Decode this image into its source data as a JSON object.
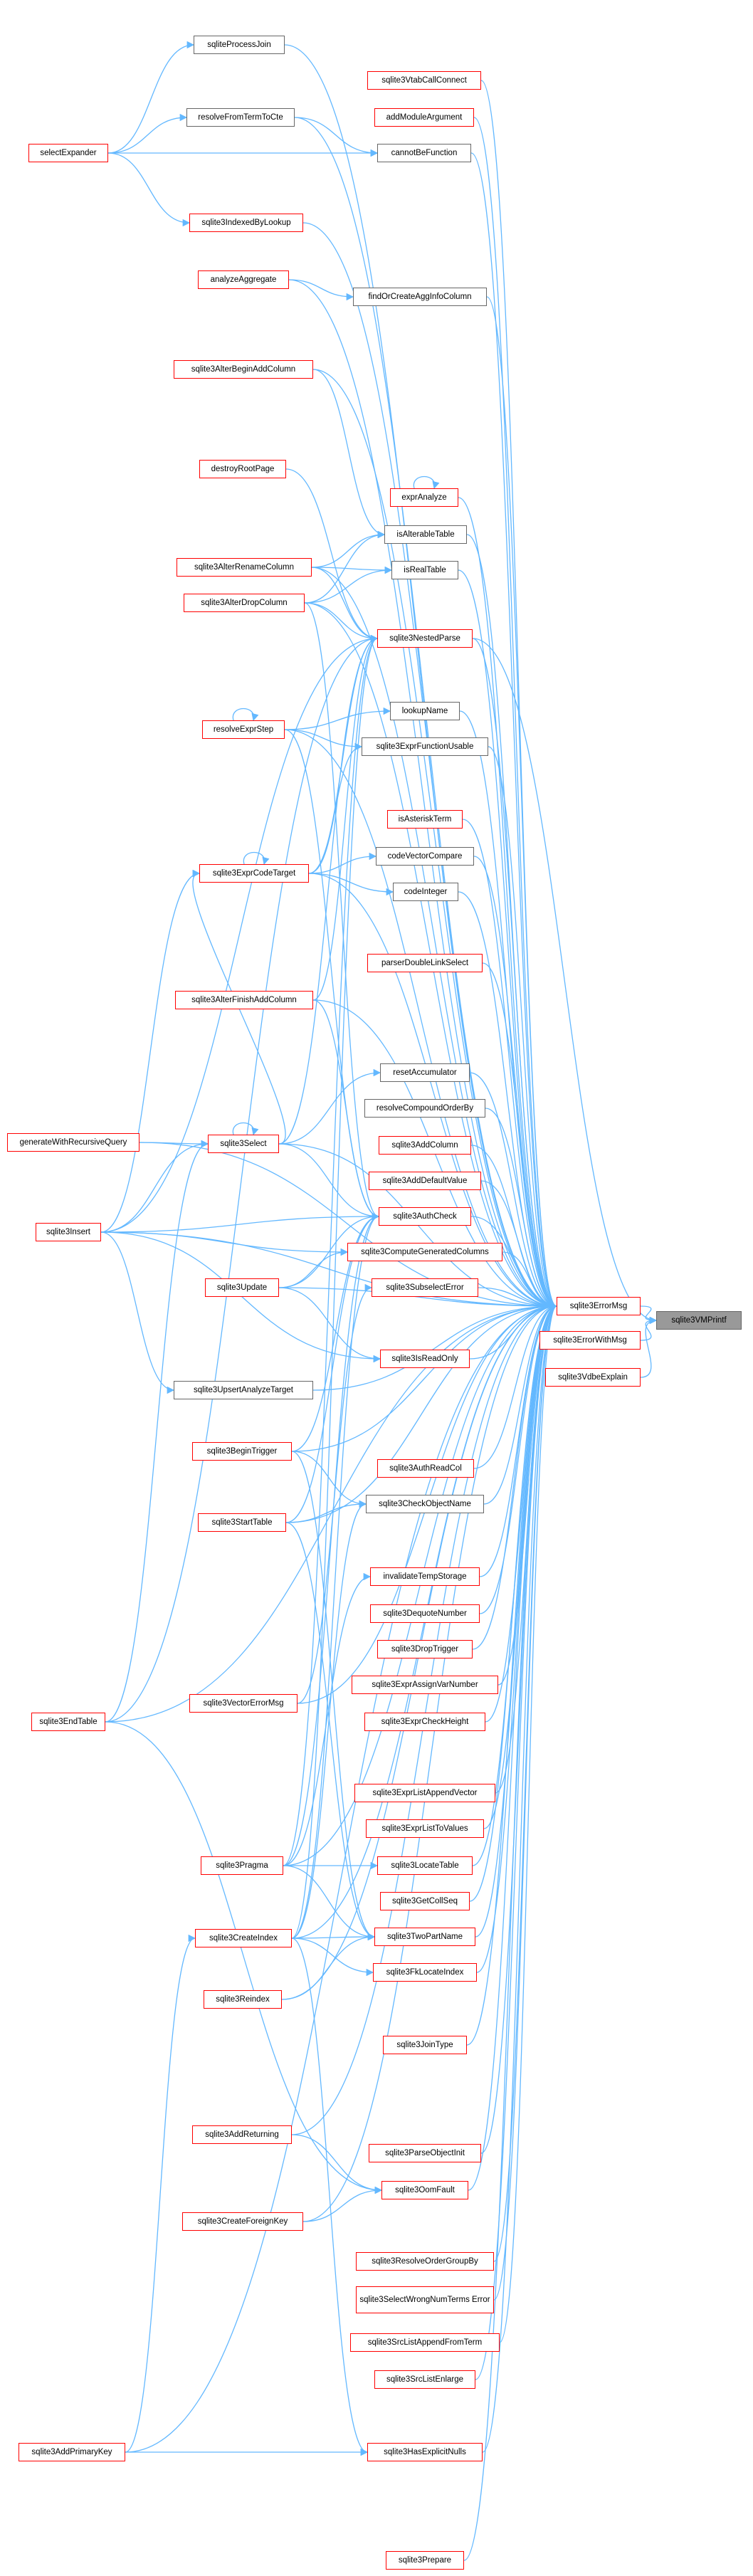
{
  "diagram": {
    "nodes": {
      "sqlite3VMPrintf": "sqlite3VMPrintf",
      "sqlite3ErrorMsg": "sqlite3ErrorMsg",
      "sqlite3ErrorWithMsg": "sqlite3ErrorWithMsg",
      "sqlite3VdbeExplain": "sqlite3VdbeExplain",
      "sqlite3VtabCallConnect": "sqlite3VtabCallConnect",
      "addModuleArgument": "addModuleArgument",
      "cannotBeFunction": "cannotBeFunction",
      "sqliteProcessJoin": "sqliteProcessJoin",
      "resolveFromTermToCte": "resolveFromTermToCte",
      "selectExpander": "selectExpander",
      "sqlite3IndexedByLookup": "sqlite3IndexedByLookup",
      "findOrCreateAggInfoColumn": "findOrCreateAggInfoColumn",
      "analyzeAggregate": "analyzeAggregate",
      "sqlite3AlterBeginAddColumn": "sqlite3AlterBeginAddColumn",
      "destroyRootPage": "destroyRootPage",
      "exprAnalyze": "exprAnalyze",
      "isAlterableTable": "isAlterableTable",
      "isRealTable": "isRealTable",
      "sqlite3AlterRenameColumn": "sqlite3AlterRenameColumn",
      "sqlite3AlterDropColumn": "sqlite3AlterDropColumn",
      "sqlite3NestedParse": "sqlite3NestedParse",
      "lookupName": "lookupName",
      "sqlite3ExprFunctionUsable": "sqlite3ExprFunctionUsable",
      "resolveExprStep": "resolveExprStep",
      "isAsteriskTerm": "isAsteriskTerm",
      "codeVectorCompare": "codeVectorCompare",
      "sqlite3ExprCodeTarget": "sqlite3ExprCodeTarget",
      "codeInteger": "codeInteger",
      "parserDoubleLinkSelect": "parserDoubleLinkSelect",
      "sqlite3AlterFinishAddColumn": "sqlite3AlterFinishAddColumn",
      "resetAccumulator": "resetAccumulator",
      "resolveCompoundOrderBy": "resolveCompoundOrderBy",
      "generateWithRecursiveQuery": "generateWithRecursiveQuery",
      "sqlite3Select": "sqlite3Select",
      "sqlite3AddColumn": "sqlite3AddColumn",
      "sqlite3AddDefaultValue": "sqlite3AddDefaultValue",
      "sqlite3Insert": "sqlite3Insert",
      "sqlite3AuthCheck": "sqlite3AuthCheck",
      "sqlite3ComputeGeneratedColumns": "sqlite3ComputeGeneratedColumns",
      "sqlite3Update": "sqlite3Update",
      "sqlite3SubselectError": "sqlite3SubselectError",
      "sqlite3IsReadOnly": "sqlite3IsReadOnly",
      "sqlite3UpsertAnalyzeTarget": "sqlite3UpsertAnalyzeTarget",
      "sqlite3BeginTrigger": "sqlite3BeginTrigger",
      "sqlite3AuthReadCol": "sqlite3AuthReadCol",
      "sqlite3CheckObjectName": "sqlite3CheckObjectName",
      "sqlite3StartTable": "sqlite3StartTable",
      "invalidateTempStorage": "invalidateTempStorage",
      "sqlite3DequoteNumber": "sqlite3DequoteNumber",
      "sqlite3DropTrigger": "sqlite3DropTrigger",
      "sqlite3ExprAssignVarNumber": "sqlite3ExprAssignVarNumber",
      "sqlite3VectorErrorMsg": "sqlite3VectorErrorMsg",
      "sqlite3ExprCheckHeight": "sqlite3ExprCheckHeight",
      "sqlite3EndTable": "sqlite3EndTable",
      "sqlite3ExprListAppendVector": "sqlite3ExprListAppendVector",
      "sqlite3ExprListToValues": "sqlite3ExprListToValues",
      "sqlite3Pragma": "sqlite3Pragma",
      "sqlite3LocateTable": "sqlite3LocateTable",
      "sqlite3GetCollSeq": "sqlite3GetCollSeq",
      "sqlite3CreateIndex": "sqlite3CreateIndex",
      "sqlite3TwoPartName": "sqlite3TwoPartName",
      "sqlite3FkLocateIndex": "sqlite3FkLocateIndex",
      "sqlite3Reindex": "sqlite3Reindex",
      "sqlite3JoinType": "sqlite3JoinType",
      "sqlite3AddReturning": "sqlite3AddReturning",
      "sqlite3ParseObjectInit": "sqlite3ParseObjectInit",
      "sqlite3OomFault": "sqlite3OomFault",
      "sqlite3CreateForeignKey": "sqlite3CreateForeignKey",
      "sqlite3ResolveOrderGroupBy": "sqlite3ResolveOrderGroupBy",
      "sqlite3SelectWrongNumTermsError": "sqlite3SelectWrongNumTerms Error",
      "sqlite3SrcListAppendFromTerm": "sqlite3SrcListAppendFromTerm",
      "sqlite3SrcListEnlarge": "sqlite3SrcListEnlarge",
      "sqlite3AddPrimaryKey": "sqlite3AddPrimaryKey",
      "sqlite3HasExplicitNulls": "sqlite3HasExplicitNulls",
      "sqlite3Prepare": "sqlite3Prepare"
    },
    "edges": [
      [
        "sqlite3ErrorMsg",
        "sqlite3VMPrintf"
      ],
      [
        "sqlite3ErrorWithMsg",
        "sqlite3VMPrintf"
      ],
      [
        "sqlite3VdbeExplain",
        "sqlite3VMPrintf"
      ],
      [
        "sqlite3NestedParse",
        "sqlite3VMPrintf"
      ],
      [
        "sqlite3VtabCallConnect",
        "sqlite3ErrorMsg"
      ],
      [
        "addModuleArgument",
        "sqlite3ErrorMsg"
      ],
      [
        "cannotBeFunction",
        "sqlite3ErrorMsg"
      ],
      [
        "sqliteProcessJoin",
        "sqlite3ErrorMsg"
      ],
      [
        "resolveFromTermToCte",
        "sqlite3ErrorMsg"
      ],
      [
        "resolveFromTermToCte",
        "cannotBeFunction"
      ],
      [
        "selectExpander",
        "sqliteProcessJoin"
      ],
      [
        "selectExpander",
        "resolveFromTermToCte"
      ],
      [
        "selectExpander",
        "cannotBeFunction"
      ],
      [
        "selectExpander",
        "sqlite3IndexedByLookup"
      ],
      [
        "sqlite3IndexedByLookup",
        "sqlite3ErrorMsg"
      ],
      [
        "findOrCreateAggInfoColumn",
        "sqlite3ErrorMsg"
      ],
      [
        "analyzeAggregate",
        "findOrCreateAggInfoColumn"
      ],
      [
        "analyzeAggregate",
        "sqlite3ErrorMsg"
      ],
      [
        "generateWithRecursiveQuery",
        "sqlite3ErrorMsg"
      ],
      [
        "sqlite3AlterBeginAddColumn",
        "sqlite3ErrorMsg"
      ],
      [
        "sqlite3AlterBeginAddColumn",
        "isAlterableTable"
      ],
      [
        "destroyRootPage",
        "sqlite3NestedParse"
      ],
      [
        "exprAnalyze",
        "sqlite3ErrorMsg"
      ],
      [
        "exprAnalyze",
        "exprAnalyze"
      ],
      [
        "isAlterableTable",
        "sqlite3ErrorMsg"
      ],
      [
        "isRealTable",
        "sqlite3ErrorMsg"
      ],
      [
        "sqlite3AlterRenameColumn",
        "isAlterableTable"
      ],
      [
        "sqlite3AlterRenameColumn",
        "isRealTable"
      ],
      [
        "sqlite3AlterRenameColumn",
        "sqlite3NestedParse"
      ],
      [
        "sqlite3AlterRenameColumn",
        "sqlite3ErrorMsg"
      ],
      [
        "sqlite3AlterDropColumn",
        "isAlterableTable"
      ],
      [
        "sqlite3AlterDropColumn",
        "isRealTable"
      ],
      [
        "sqlite3AlterDropColumn",
        "sqlite3NestedParse"
      ],
      [
        "sqlite3AlterDropColumn",
        "sqlite3ErrorMsg"
      ],
      [
        "sqlite3AlterDropColumn",
        "sqlite3AuthCheck"
      ],
      [
        "sqlite3NestedParse",
        "sqlite3ErrorMsg"
      ],
      [
        "lookupName",
        "sqlite3ErrorMsg"
      ],
      [
        "resolveExprStep",
        "lookupName"
      ],
      [
        "resolveExprStep",
        "sqlite3ExprFunctionUsable"
      ],
      [
        "resolveExprStep",
        "sqlite3ErrorMsg"
      ],
      [
        "resolveExprStep",
        "resolveExprStep"
      ],
      [
        "resolveExprStep",
        "sqlite3AuthCheck"
      ],
      [
        "sqlite3ExprFunctionUsable",
        "sqlite3ErrorMsg"
      ],
      [
        "isAsteriskTerm",
        "sqlite3ErrorMsg"
      ],
      [
        "codeVectorCompare",
        "sqlite3ErrorMsg"
      ],
      [
        "codeInteger",
        "sqlite3ErrorMsg"
      ],
      [
        "sqlite3ExprCodeTarget",
        "codeVectorCompare"
      ],
      [
        "sqlite3ExprCodeTarget",
        "codeInteger"
      ],
      [
        "sqlite3ExprCodeTarget",
        "sqlite3ExprFunctionUsable"
      ],
      [
        "sqlite3ExprCodeTarget",
        "sqlite3ErrorMsg"
      ],
      [
        "sqlite3ExprCodeTarget",
        "sqlite3ExprCodeTarget"
      ],
      [
        "sqlite3ExprCodeTarget",
        "sqlite3NestedParse"
      ],
      [
        "parserDoubleLinkSelect",
        "sqlite3ErrorMsg"
      ],
      [
        "sqlite3AlterFinishAddColumn",
        "sqlite3ErrorMsg"
      ],
      [
        "sqlite3AlterFinishAddColumn",
        "sqlite3NestedParse"
      ],
      [
        "sqlite3AlterFinishAddColumn",
        "sqlite3AuthCheck"
      ],
      [
        "resetAccumulator",
        "sqlite3ErrorMsg"
      ],
      [
        "resolveCompoundOrderBy",
        "sqlite3ErrorMsg"
      ],
      [
        "sqlite3Select",
        "resetAccumulator"
      ],
      [
        "sqlite3Select",
        "sqlite3ErrorMsg"
      ],
      [
        "sqlite3Select",
        "sqlite3Select"
      ],
      [
        "sqlite3Select",
        "sqlite3AuthCheck"
      ],
      [
        "sqlite3Select",
        "sqlite3ExprCodeTarget"
      ],
      [
        "sqlite3Select",
        "sqlite3NestedParse"
      ],
      [
        "generateWithRecursiveQuery",
        "sqlite3Select"
      ],
      [
        "sqlite3Insert",
        "sqlite3Select"
      ],
      [
        "sqlite3Insert",
        "sqlite3ExprCodeTarget"
      ],
      [
        "sqlite3Insert",
        "sqlite3AuthCheck"
      ],
      [
        "sqlite3Insert",
        "sqlite3IsReadOnly"
      ],
      [
        "sqlite3Insert",
        "sqlite3UpsertAnalyzeTarget"
      ],
      [
        "sqlite3Insert",
        "sqlite3ComputeGeneratedColumns"
      ],
      [
        "sqlite3Insert",
        "sqlite3ErrorMsg"
      ],
      [
        "sqlite3Insert",
        "sqlite3NestedParse"
      ],
      [
        "sqlite3AddColumn",
        "sqlite3ErrorMsg"
      ],
      [
        "sqlite3AddDefaultValue",
        "sqlite3ErrorMsg"
      ],
      [
        "sqlite3AuthCheck",
        "sqlite3ErrorMsg"
      ],
      [
        "sqlite3ComputeGeneratedColumns",
        "sqlite3ErrorMsg"
      ],
      [
        "sqlite3Update",
        "sqlite3AuthCheck"
      ],
      [
        "sqlite3Update",
        "sqlite3IsReadOnly"
      ],
      [
        "sqlite3Update",
        "sqlite3ErrorMsg"
      ],
      [
        "sqlite3Update",
        "sqlite3ComputeGeneratedColumns"
      ],
      [
        "sqlite3SubselectError",
        "sqlite3ErrorMsg"
      ],
      [
        "sqlite3IsReadOnly",
        "sqlite3ErrorMsg"
      ],
      [
        "sqlite3UpsertAnalyzeTarget",
        "sqlite3ErrorMsg"
      ],
      [
        "sqlite3BeginTrigger",
        "sqlite3ErrorMsg"
      ],
      [
        "sqlite3BeginTrigger",
        "sqlite3CheckObjectName"
      ],
      [
        "sqlite3BeginTrigger",
        "sqlite3AuthCheck"
      ],
      [
        "sqlite3BeginTrigger",
        "sqlite3TwoPartName"
      ],
      [
        "sqlite3AuthReadCol",
        "sqlite3ErrorMsg"
      ],
      [
        "sqlite3CheckObjectName",
        "sqlite3ErrorMsg"
      ],
      [
        "sqlite3StartTable",
        "sqlite3CheckObjectName"
      ],
      [
        "sqlite3StartTable",
        "sqlite3ErrorMsg"
      ],
      [
        "sqlite3StartTable",
        "sqlite3AuthCheck"
      ],
      [
        "sqlite3StartTable",
        "sqlite3TwoPartName"
      ],
      [
        "invalidateTempStorage",
        "sqlite3ErrorMsg"
      ],
      [
        "sqlite3DequoteNumber",
        "sqlite3ErrorMsg"
      ],
      [
        "sqlite3DropTrigger",
        "sqlite3ErrorMsg"
      ],
      [
        "sqlite3ExprAssignVarNumber",
        "sqlite3ErrorMsg"
      ],
      [
        "sqlite3VectorErrorMsg",
        "sqlite3ErrorMsg"
      ],
      [
        "sqlite3VectorErrorMsg",
        "sqlite3SubselectError"
      ],
      [
        "sqlite3ExprCheckHeight",
        "sqlite3ErrorMsg"
      ],
      [
        "sqlite3EndTable",
        "sqlite3ErrorMsg"
      ],
      [
        "sqlite3EndTable",
        "sqlite3Select"
      ],
      [
        "sqlite3EndTable",
        "sqlite3NestedParse"
      ],
      [
        "sqlite3EndTable",
        "sqlite3OomFault"
      ],
      [
        "sqlite3ExprListAppendVector",
        "sqlite3ErrorMsg"
      ],
      [
        "sqlite3ExprListToValues",
        "sqlite3ErrorMsg"
      ],
      [
        "sqlite3Pragma",
        "sqlite3ErrorMsg"
      ],
      [
        "sqlite3Pragma",
        "invalidateTempStorage"
      ],
      [
        "sqlite3Pragma",
        "sqlite3LocateTable"
      ],
      [
        "sqlite3Pragma",
        "sqlite3TwoPartName"
      ],
      [
        "sqlite3Pragma",
        "sqlite3AuthCheck"
      ],
      [
        "sqlite3Pragma",
        "sqlite3NestedParse"
      ],
      [
        "sqlite3LocateTable",
        "sqlite3ErrorMsg"
      ],
      [
        "sqlite3GetCollSeq",
        "sqlite3ErrorMsg"
      ],
      [
        "sqlite3TwoPartName",
        "sqlite3ErrorMsg"
      ],
      [
        "sqlite3CreateIndex",
        "sqlite3TwoPartName"
      ],
      [
        "sqlite3CreateIndex",
        "sqlite3FkLocateIndex"
      ],
      [
        "sqlite3CreateIndex",
        "sqlite3CheckObjectName"
      ],
      [
        "sqlite3CreateIndex",
        "sqlite3AuthCheck"
      ],
      [
        "sqlite3CreateIndex",
        "sqlite3ErrorMsg"
      ],
      [
        "sqlite3CreateIndex",
        "sqlite3NestedParse"
      ],
      [
        "sqlite3CreateIndex",
        "sqlite3HasExplicitNulls"
      ],
      [
        "sqlite3FkLocateIndex",
        "sqlite3ErrorMsg"
      ],
      [
        "sqlite3Reindex",
        "sqlite3TwoPartName"
      ],
      [
        "sqlite3Reindex",
        "sqlite3ErrorMsg"
      ],
      [
        "sqlite3JoinType",
        "sqlite3ErrorMsg"
      ],
      [
        "sqlite3AddReturning",
        "sqlite3ErrorMsg"
      ],
      [
        "sqlite3AddReturning",
        "sqlite3OomFault"
      ],
      [
        "sqlite3ParseObjectInit",
        "sqlite3ErrorMsg"
      ],
      [
        "sqlite3OomFault",
        "sqlite3ErrorMsg"
      ],
      [
        "sqlite3CreateForeignKey",
        "sqlite3OomFault"
      ],
      [
        "sqlite3CreateForeignKey",
        "sqlite3ErrorMsg"
      ],
      [
        "sqlite3ResolveOrderGroupBy",
        "sqlite3ErrorMsg"
      ],
      [
        "sqlite3SelectWrongNumTermsError",
        "sqlite3ErrorMsg"
      ],
      [
        "sqlite3SrcListAppendFromTerm",
        "sqlite3ErrorMsg"
      ],
      [
        "sqlite3SrcListEnlarge",
        "sqlite3ErrorMsg"
      ],
      [
        "sqlite3AddPrimaryKey",
        "sqlite3CreateIndex"
      ],
      [
        "sqlite3AddPrimaryKey",
        "sqlite3HasExplicitNulls"
      ],
      [
        "sqlite3AddPrimaryKey",
        "sqlite3ErrorMsg"
      ],
      [
        "sqlite3HasExplicitNulls",
        "sqlite3ErrorMsg"
      ],
      [
        "sqlite3Prepare",
        "sqlite3ErrorMsg"
      ]
    ],
    "edge_color": "#63b8ff",
    "node_border_red": "#ff0000",
    "node_border_default": "#666666",
    "target_fill": "#999999"
  }
}
